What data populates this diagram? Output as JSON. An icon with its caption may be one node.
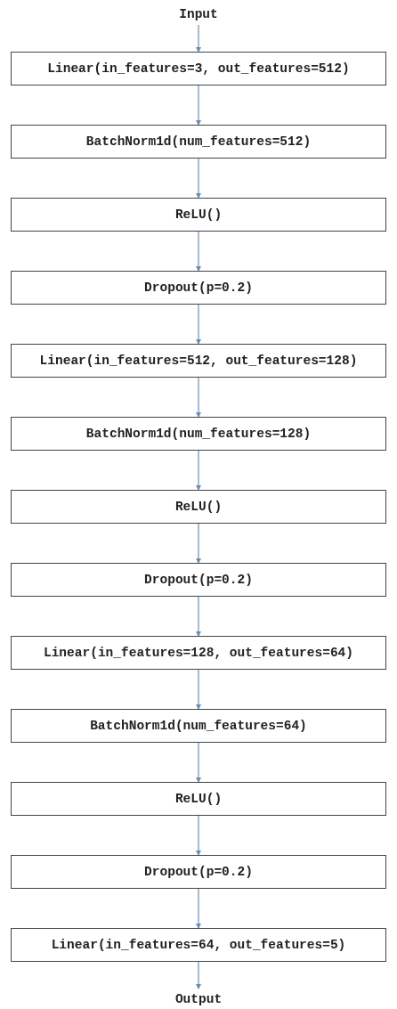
{
  "diagram": {
    "nodes": [
      {
        "text": [
          "Input"
        ]
      },
      {
        "text": [
          "Linear(in_features=3, out_features=512)"
        ]
      },
      {
        "text": [
          "BatchNorm1d(num_features=512)"
        ]
      },
      {
        "text": [
          "ReLU()"
        ]
      },
      {
        "text": [
          "Dropout(p=0.2)"
        ]
      },
      {
        "text": [
          "Linear(in_features=512, out_features=128)"
        ]
      },
      {
        "text": [
          "BatchNorm1d(num_features=128)"
        ]
      },
      {
        "text": [
          "ReLU()"
        ]
      },
      {
        "text": [
          "Dropout(p=0.2)"
        ]
      },
      {
        "text": [
          "Linear(in_features=128, out_features=64)"
        ]
      },
      {
        "text": [
          "BatchNorm1d(num_features=64)"
        ]
      },
      {
        "text": [
          "ReLU()"
        ]
      },
      {
        "text": [
          "Dropout(p=0.2)"
        ]
      },
      {
        "text": [
          "Linear(in_features=64, out_features=5)"
        ]
      },
      {
        "text": [
          "Output"
        ]
      }
    ],
    "edges": [
      {
        "from": 0,
        "to": 1,
        "arrow": "to"
      },
      {
        "from": 1,
        "to": 2,
        "arrow": "to"
      },
      {
        "from": 2,
        "to": 3,
        "arrow": "to"
      },
      {
        "from": 3,
        "to": 4,
        "arrow": "to"
      },
      {
        "from": 4,
        "to": 5,
        "arrow": "to"
      },
      {
        "from": 5,
        "to": 6,
        "arrow": "to"
      },
      {
        "from": 6,
        "to": 7,
        "arrow": "to"
      },
      {
        "from": 7,
        "to": 8,
        "arrow": "to"
      },
      {
        "from": 8,
        "to": 9,
        "arrow": "to"
      },
      {
        "from": 9,
        "to": 10,
        "arrow": "to"
      },
      {
        "from": 10,
        "to": 11,
        "arrow": "to"
      },
      {
        "from": 11,
        "to": 12,
        "arrow": "to"
      },
      {
        "from": 12,
        "to": 13,
        "arrow": "to"
      },
      {
        "from": 13,
        "to": 14,
        "arrow": "to"
      }
    ]
  }
}
